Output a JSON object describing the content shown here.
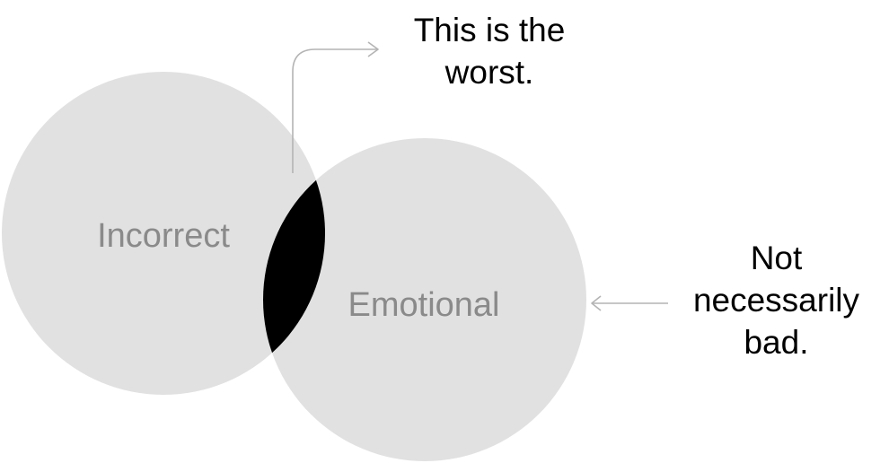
{
  "diagram": {
    "left_circle": {
      "label": "Incorrect"
    },
    "right_circle": {
      "label": "Emotional"
    },
    "overlap_callout": {
      "lines": [
        "This is the",
        "worst."
      ]
    },
    "right_callout": {
      "lines": [
        "Not",
        "necessarily",
        "bad."
      ]
    }
  },
  "colors": {
    "circle_fill": "#e1e1e1",
    "intersection_fill": "#000000",
    "label_text": "#8a8a8a",
    "arrow": "#b4b4b4",
    "callout_text": "#000000",
    "background": "#ffffff"
  }
}
